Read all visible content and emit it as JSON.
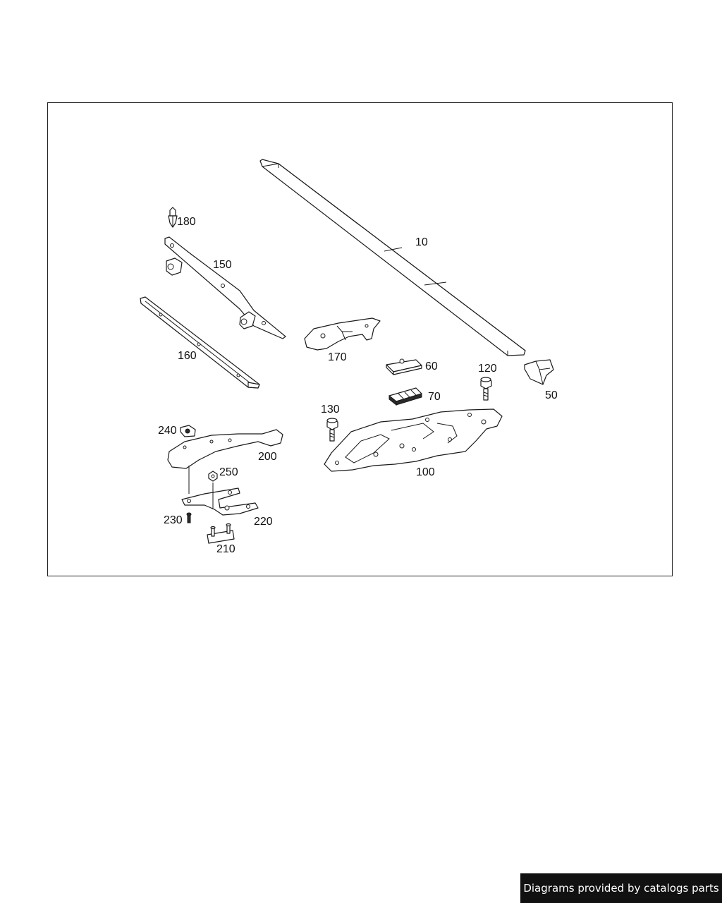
{
  "diagram": {
    "callouts": {
      "p10": "10",
      "p50": "50",
      "p60": "60",
      "p70": "70",
      "p100": "100",
      "p120": "120",
      "p130": "130",
      "p150": "150",
      "p160": "160",
      "p170": "170",
      "p180": "180",
      "p200": "200",
      "p210": "210",
      "p220": "220",
      "p230": "230",
      "p240": "240",
      "p250": "250"
    }
  },
  "footer": {
    "credit": "Diagrams provided by catalogs parts"
  }
}
